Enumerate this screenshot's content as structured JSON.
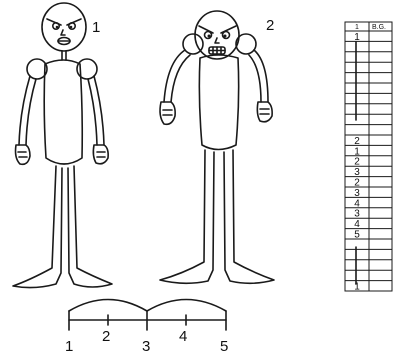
{
  "figures": [
    {
      "label": "1"
    },
    {
      "label": "2"
    }
  ],
  "timing_chart": {
    "marks": [
      "1",
      "2",
      "3",
      "4",
      "5"
    ]
  },
  "exposure_sheet": {
    "header_frame": "1",
    "header_bg": "B.G.",
    "rows": [
      "1",
      "",
      "",
      "",
      "",
      "",
      "",
      "",
      "",
      "",
      "2",
      "1",
      "2",
      "3",
      "2",
      "3",
      "4",
      "3",
      "4",
      "5",
      "",
      "",
      "",
      "",
      "1"
    ]
  }
}
